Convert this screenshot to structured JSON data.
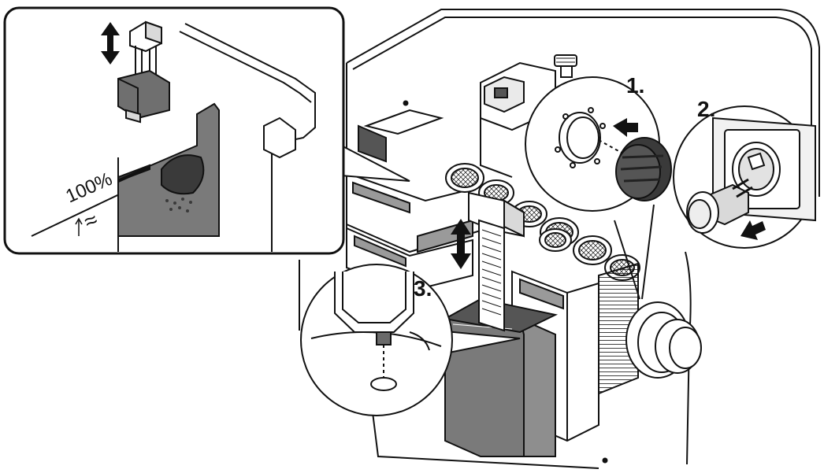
{
  "steps": {
    "step1": "1.",
    "step2": "2.",
    "step3": "3."
  },
  "fill_level": {
    "label": "100%",
    "wave_symbol": "≈"
  },
  "colors": {
    "line": "#111111",
    "cartridge_gray": "#6f6f6f",
    "dark_gray": "#3a3a3a",
    "light_gray": "#d9d9d9",
    "background": "#ffffff"
  },
  "icons": {
    "double_arrow": "updown-arrow-icon",
    "push_arrow": "arrow-icon"
  }
}
